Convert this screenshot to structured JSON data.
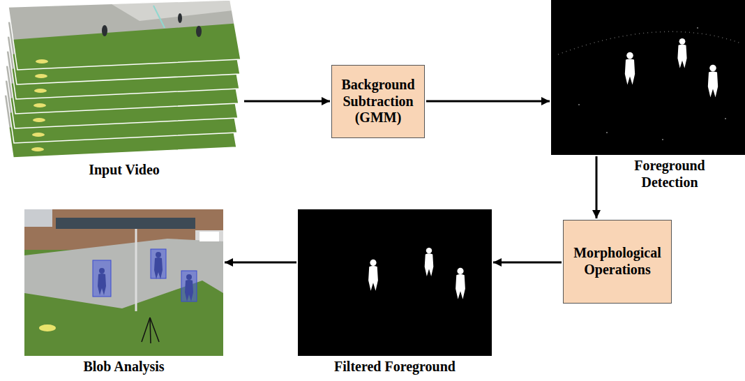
{
  "diagram": {
    "nodes": [
      {
        "text": [
          "Input Video"
        ]
      },
      {
        "text": [
          "Background Subtraction (GMM)"
        ]
      },
      {
        "text": [
          "Foreground Detection"
        ]
      },
      {
        "text": [
          "Morphological Operations"
        ]
      },
      {
        "text": [
          "Filtered Foreground"
        ]
      },
      {
        "text": [
          "Blob Analysis"
        ]
      }
    ],
    "edges": [
      {
        "from": 0,
        "to": 1,
        "arrow": "to"
      },
      {
        "from": 1,
        "to": 2,
        "arrow": "to"
      },
      {
        "from": 2,
        "to": 3,
        "arrow": "to"
      },
      {
        "from": 3,
        "to": 4,
        "arrow": "to"
      },
      {
        "from": 4,
        "to": 5,
        "arrow": "to"
      }
    ]
  }
}
